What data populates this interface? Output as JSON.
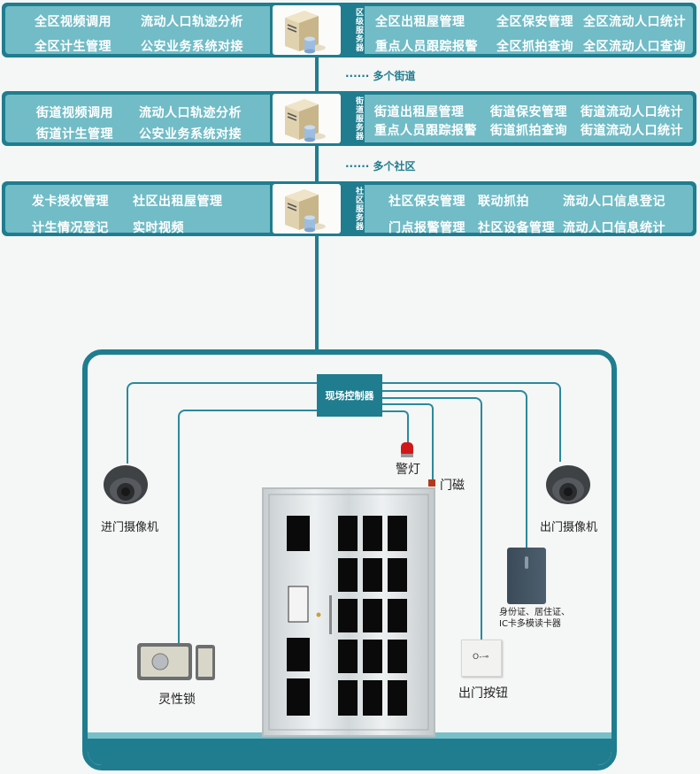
{
  "tiers": [
    {
      "server_label": "区级服务器",
      "left_items": [
        "全区视频调用",
        "流动人口轨迹分析",
        "全区计生管理",
        "公安业务系统对接"
      ],
      "right_items": [
        "全区出租屋管理",
        "全区保安管理",
        "全区流动人口统计",
        "重点人员跟踪报警",
        "全区抓拍查询",
        "全区流动人口查询"
      ]
    },
    {
      "server_label": "街道服务器",
      "left_items": [
        "街道视频调用",
        "流动人口轨迹分析",
        "街道计生管理",
        "公安业务系统对接"
      ],
      "right_items": [
        "街道出租屋管理",
        "街道保安管理",
        "街道流动人口统计",
        "重点人员跟踪报警",
        "街道抓拍查询",
        "街道流动人口统计"
      ]
    },
    {
      "server_label": "社区服务器",
      "left_items": [
        "发卡授权管理",
        "社区出租屋管理",
        "计生情况登记",
        "实时视频"
      ],
      "right_items": [
        "社区保安管理",
        "联动抓拍",
        "流动人口信息登记",
        "门点报警管理",
        "社区设备管理",
        "流动人口信息统计"
      ]
    }
  ],
  "more": [
    "······  多个街道",
    "······  多个社区"
  ],
  "site": {
    "controller": "现场控制器",
    "devices": {
      "warning_light": "警灯",
      "door_sensor": "门磁",
      "entry_camera": "进门摄像机",
      "exit_camera": "出门摄像机",
      "card_reader_line1": "身份证、居住证、",
      "card_reader_line2": "IC卡多模读卡器",
      "exit_button": "出门按钮",
      "lock": "灵性锁"
    }
  },
  "colors": {
    "primary": "#1f7d8f",
    "panel": "#71bcc6"
  }
}
